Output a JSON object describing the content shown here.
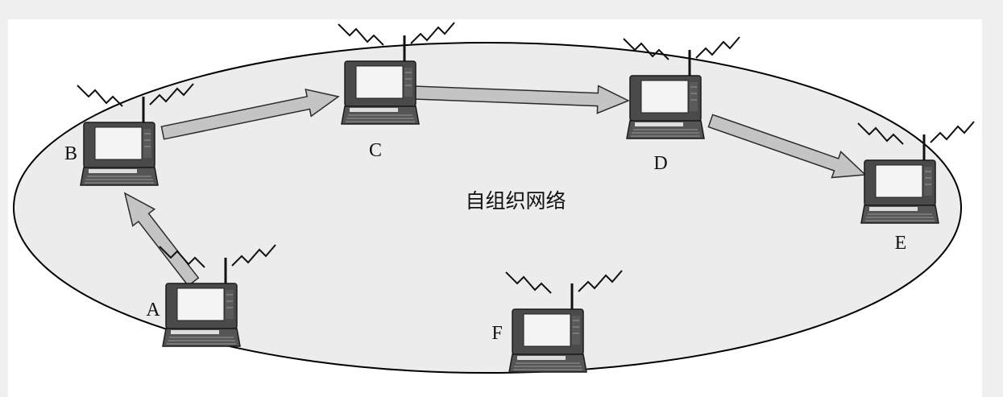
{
  "diagram": {
    "network_label": "自组织网络",
    "nodes": [
      {
        "id": "A",
        "label": "A"
      },
      {
        "id": "B",
        "label": "B"
      },
      {
        "id": "C",
        "label": "C"
      },
      {
        "id": "D",
        "label": "D"
      },
      {
        "id": "E",
        "label": "E"
      },
      {
        "id": "F",
        "label": "F"
      }
    ],
    "edges": [
      {
        "from": "A",
        "to": "B"
      },
      {
        "from": "B",
        "to": "C"
      },
      {
        "from": "C",
        "to": "D"
      },
      {
        "from": "D",
        "to": "E"
      }
    ],
    "colors": {
      "network_fill": "#ececec",
      "network_stroke": "#000000",
      "arrow_fill": "#c4c4c4",
      "arrow_stroke": "#2b2b2b",
      "laptop_body": "#3a3a3a",
      "laptop_screen": "#f4f4f4"
    }
  }
}
